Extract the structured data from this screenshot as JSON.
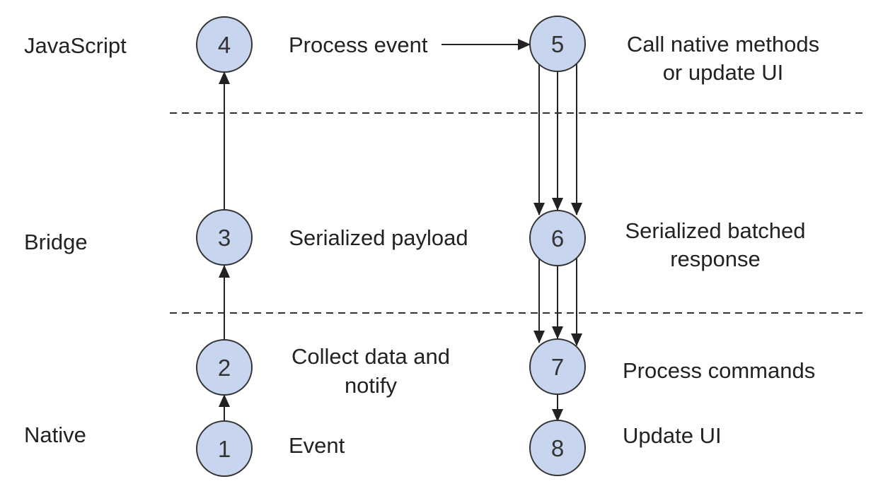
{
  "layers": [
    {
      "id": "javascript",
      "label": "JavaScript"
    },
    {
      "id": "bridge",
      "label": "Bridge"
    },
    {
      "id": "native",
      "label": "Native"
    }
  ],
  "nodes": [
    {
      "id": "n1",
      "number": "1",
      "label_lines": [
        "Event"
      ]
    },
    {
      "id": "n2",
      "number": "2",
      "label_lines": [
        "Collect data and",
        "notify"
      ]
    },
    {
      "id": "n3",
      "number": "3",
      "label_lines": [
        "Serialized payload"
      ]
    },
    {
      "id": "n4",
      "number": "4",
      "label_lines": [
        "Process event"
      ]
    },
    {
      "id": "n5",
      "number": "5",
      "label_lines": [
        "Call native methods",
        "or update UI"
      ]
    },
    {
      "id": "n6",
      "number": "6",
      "label_lines": [
        "Serialized batched",
        "response"
      ]
    },
    {
      "id": "n7",
      "number": "7",
      "label_lines": [
        "Process commands"
      ]
    },
    {
      "id": "n8",
      "number": "8",
      "label_lines": [
        "Update UI"
      ]
    }
  ],
  "edges": [
    {
      "from": "1",
      "to": "2"
    },
    {
      "from": "2",
      "to": "3"
    },
    {
      "from": "3",
      "to": "4"
    },
    {
      "from": "4",
      "to": "5"
    },
    {
      "from": "5",
      "to": "6",
      "count": 3
    },
    {
      "from": "6",
      "to": "7",
      "count": 3
    },
    {
      "from": "7",
      "to": "8"
    }
  ],
  "colors": {
    "node_fill": "#c7d5ef",
    "stroke": "#333333",
    "text": "#222222"
  }
}
